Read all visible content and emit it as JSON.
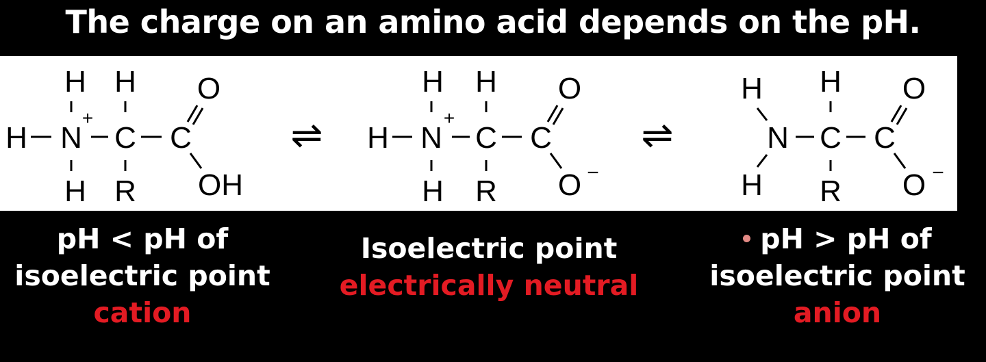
{
  "title": "The charge on an amino acid depends on the pH.",
  "colors": {
    "background": "#000000",
    "panel": "#ffffff",
    "accent_red": "#e31b23",
    "text": "#ffffff"
  },
  "structures": {
    "atom_H": "H",
    "atom_N": "N",
    "atom_C": "C",
    "atom_O": "O",
    "atom_R": "R",
    "group_OH": "OH",
    "charge_plus": "+",
    "charge_minus": "−",
    "equilibrium_symbol": "⇌"
  },
  "captions": {
    "left": {
      "line1": "pH < pH of",
      "line2": "isoelectric point",
      "label": "cation"
    },
    "middle": {
      "line1": "Isoelectric point",
      "label": "electrically neutral"
    },
    "right": {
      "line1": "pH > pH of",
      "line2": "isoelectric point",
      "label": "anion"
    }
  }
}
